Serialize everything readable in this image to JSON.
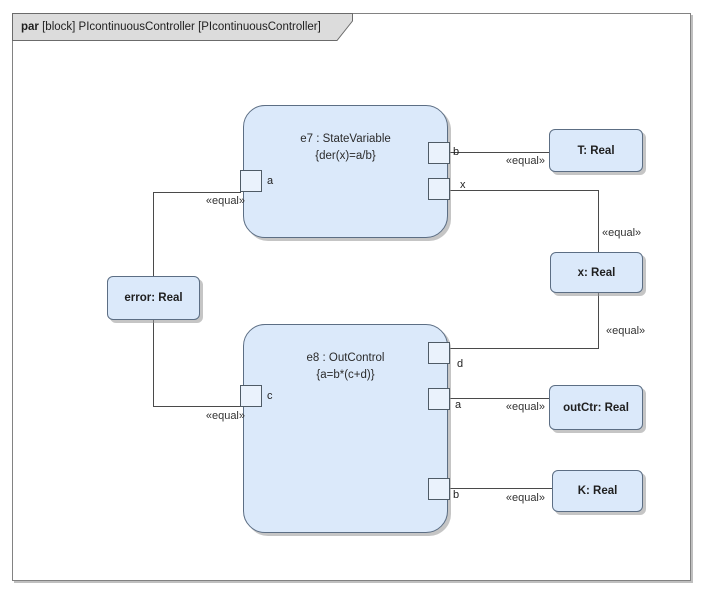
{
  "frame": {
    "tab_keyword": "par",
    "tab_title": " [block] PIcontinuousController [PIcontinuousController]"
  },
  "blocks": {
    "e7": {
      "name": "e7 : StateVariable",
      "constraint": "{der(x)=a/b}",
      "ports": {
        "a": "a",
        "b": "b",
        "x": "x"
      }
    },
    "e8": {
      "name": "e8 : OutControl",
      "constraint": "{a=b*(c+d)}",
      "ports": {
        "c": "c",
        "d": "d",
        "a": "a",
        "b": "b"
      }
    }
  },
  "value_boxes": {
    "error": "error: Real",
    "T": "T: Real",
    "x": "x: Real",
    "outCtr": "outCtr: Real",
    "K": "K: Real"
  },
  "labels": {
    "equal": "«equal»"
  },
  "colors": {
    "block_fill": "#dbe9fa",
    "block_border": "#5c6e84",
    "port_fill": "#eaf2fc",
    "tab_fill": "#dcdcdc",
    "frame_border": "#828282",
    "connector": "#4a4a4a"
  }
}
